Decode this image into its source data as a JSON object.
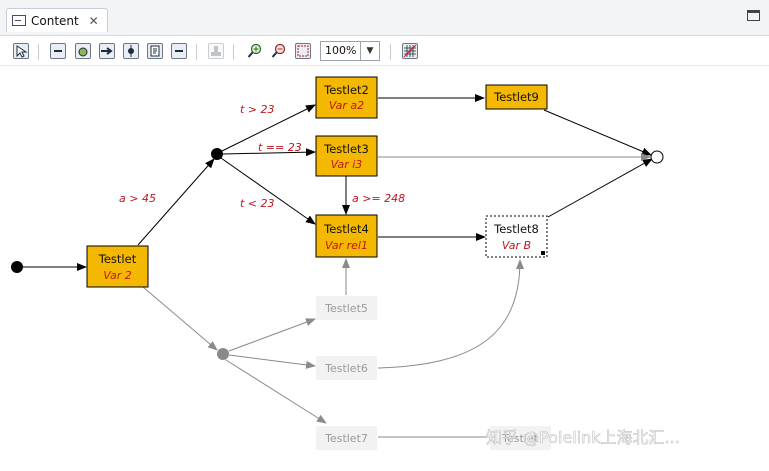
{
  "tab": {
    "label": "Content",
    "close": "✕"
  },
  "toolbar": {
    "zoom": "100%"
  },
  "nodes": {
    "testlet": {
      "name": "Testlet",
      "var": "Var 2"
    },
    "testlet2": {
      "name": "Testlet2",
      "var": "Var a2"
    },
    "testlet3": {
      "name": "Testlet3",
      "var": "Var i3"
    },
    "testlet4": {
      "name": "Testlet4",
      "var": "Var rel1"
    },
    "testlet8": {
      "name": "Testlet8",
      "var": "Var B"
    },
    "testlet9": {
      "name": "Testlet9"
    },
    "testlet5": {
      "name": "Testlet5"
    },
    "testlet6": {
      "name": "Testlet6"
    },
    "testlet7": {
      "name": "Testlet7"
    },
    "testlet_partial": {
      "name": "Testlet"
    }
  },
  "conditions": {
    "a_gt_45": "a > 45",
    "t_gt_23": "t > 23",
    "t_eq_23": "t == 23",
    "t_lt_23": "t < 23",
    "a_ge_248": "a >= 248"
  },
  "watermark": "知乎 @Polelink上海北汇..."
}
